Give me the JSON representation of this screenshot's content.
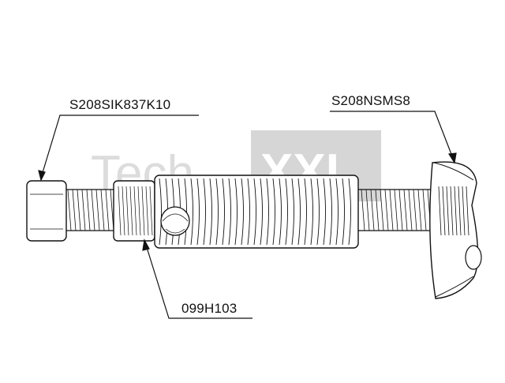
{
  "watermark": {
    "text_left": "Tech",
    "text_right": "XXL",
    "color": "#c8c8c8"
  },
  "callouts": {
    "set_screw": "S208SIK837K10",
    "swivel_pad": "S208NSMS8",
    "threaded_bush": "099H103"
  },
  "colors": {
    "line": "#111111",
    "background": "#ffffff"
  }
}
